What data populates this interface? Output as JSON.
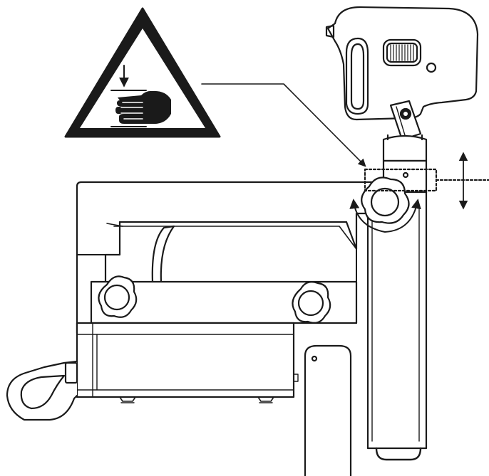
{
  "illustration": {
    "warning_sign": {
      "icon": "hand-crush-warning-icon",
      "color": "#1a1a1a"
    },
    "callout": {
      "icon": "dotted-callout-box"
    },
    "motion": {
      "rotation_icon": "rotate-arrows-icon",
      "vertical_icon": "up-down-arrow-icon"
    },
    "parts": [
      "warning-triangle",
      "ccd-camera-head",
      "clamp-arm",
      "vertical-column",
      "locking-knobs",
      "fastening-knob"
    ]
  },
  "colors": {
    "line": "#1a1a1a",
    "background": "#ffffff"
  }
}
